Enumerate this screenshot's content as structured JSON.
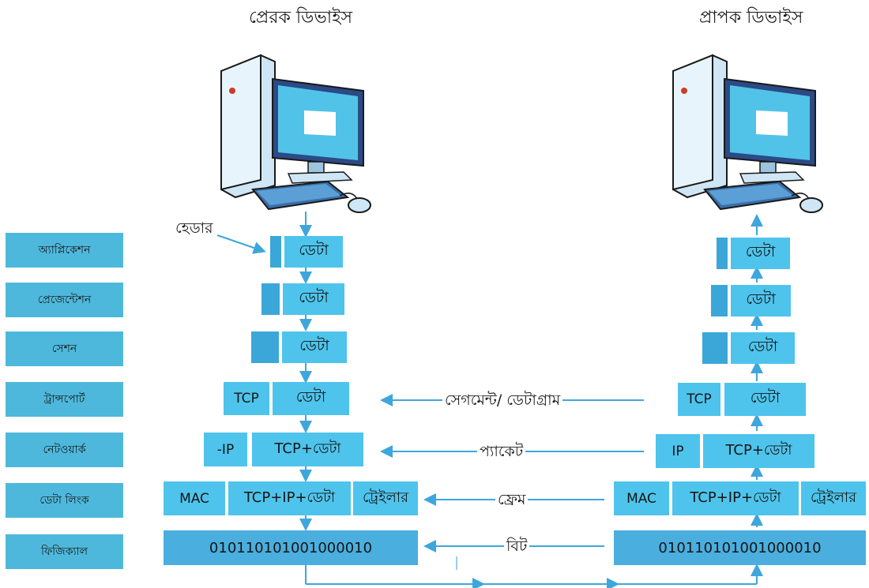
{
  "sender_title": "প্রেরক ডিভাইস",
  "receiver_title": "প্রাপক ডিভাইস",
  "header_note": "হেডার",
  "layers": [
    "অ্যাপ্লিকেশন",
    "প্রেজেন্টেশন",
    "সেশন",
    "ট্রান্সপোর্ট",
    "নেটওয়ার্ক",
    "ডেটা লিংক",
    "ফিজিক্যাল"
  ],
  "data_label": "ডেটা",
  "tcp": "TCP",
  "ip_sender": "-IP",
  "ip_receiver": "IP",
  "tcp_data": "TCP+ডেটা",
  "mac": "MAC",
  "tcp_ip_data": "TCP+IP+ডেটা",
  "trailer": "ট্রেইলার",
  "bits": "010110101001000010",
  "pdu_labels": {
    "segment": "সেগমেন্ট/ ডেটাগ্রাম",
    "packet": "প্যাকেট",
    "frame": "ফ্রেম",
    "bit": "বিট"
  },
  "colors": {
    "layer_box": "#4db8dc",
    "data_box": "#4ec4ec",
    "arrow": "#3ea6dc"
  }
}
